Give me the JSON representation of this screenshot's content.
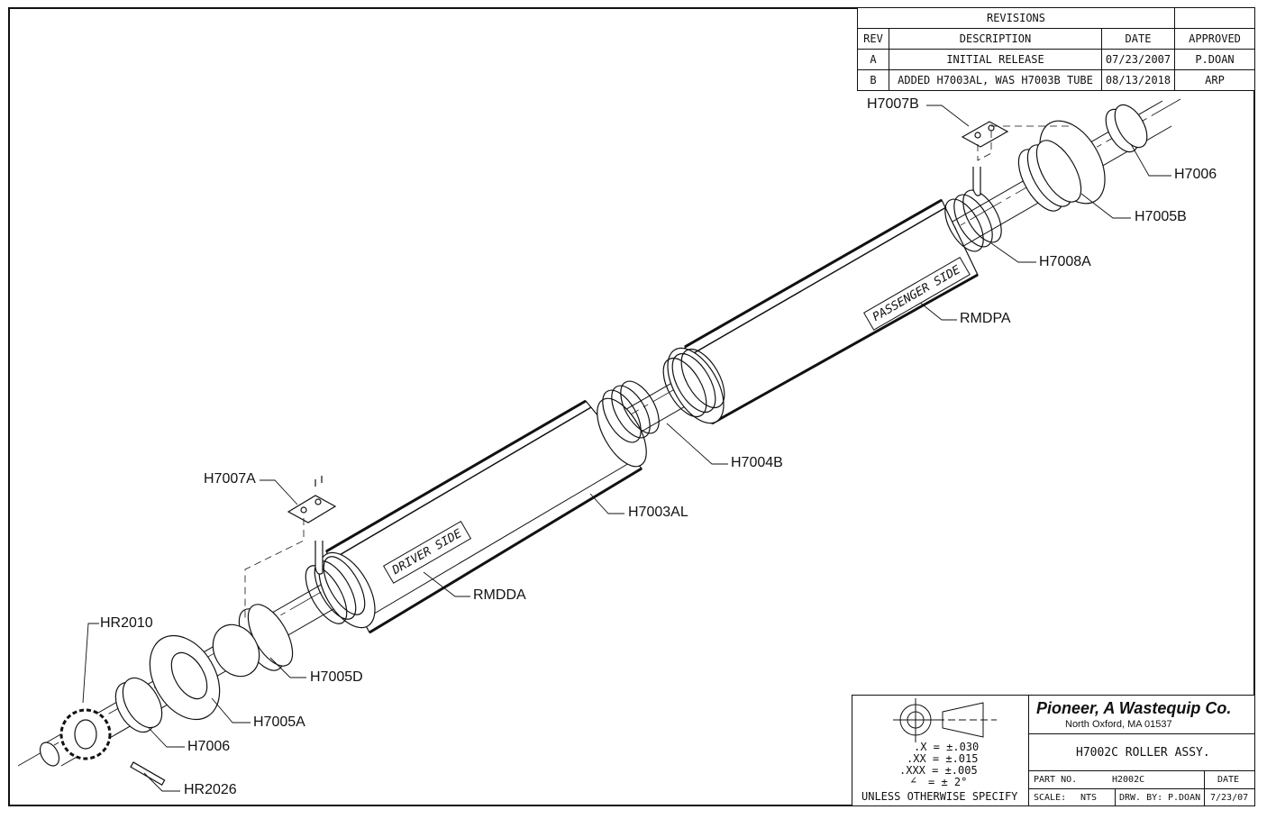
{
  "revisions": {
    "title": "REVISIONS",
    "headers": [
      "REV",
      "DESCRIPTION",
      "DATE",
      "APPROVED"
    ],
    "rows": [
      {
        "rev": "A",
        "description": "INITIAL RELEASE",
        "date": "07/23/2007",
        "approved": "P.DOAN"
      },
      {
        "rev": "B",
        "description": "ADDED H7003AL, WAS H7003B TUBE",
        "date": "08/13/2018",
        "approved": "ARP"
      }
    ]
  },
  "callouts": {
    "h7007b": "H7007B",
    "h7006_top": "H7006",
    "h7005b": "H7005B",
    "h7008a": "H7008A",
    "rmdpa": "RMDPA",
    "h7004b": "H7004B",
    "h7007a": "H7007A",
    "h7003al": "H7003AL",
    "rmdda": "RMDDA",
    "hr2010": "HR2010",
    "h7005d": "H7005D",
    "h7005a": "H7005A",
    "h7006_bottom": "H7006",
    "hr2026": "HR2026"
  },
  "tube_labels": {
    "driver": "DRIVER SIDE",
    "passenger": "PASSENGER SIDE"
  },
  "tolerances": {
    "x": ".X = ±.030",
    "xx": ".XX = ±.015",
    "xxx": ".XXX = ±.005",
    "angle": "= ± 2°",
    "note": "UNLESS OTHERWISE SPECIFY"
  },
  "title_block": {
    "company": "Pioneer, A Wastequip Co.",
    "location": "North  Oxford,  MA    01537",
    "drawing_title": "H7002C ROLLER ASSY.",
    "part_no_label": "PART NO.",
    "part_no": "H2002C",
    "date_label": "DATE",
    "scale_label": "SCALE:",
    "scale": "NTS",
    "drawn_by_label": "DRW. BY:",
    "drawn_by": "P.DOAN",
    "date": "7/23/07"
  }
}
